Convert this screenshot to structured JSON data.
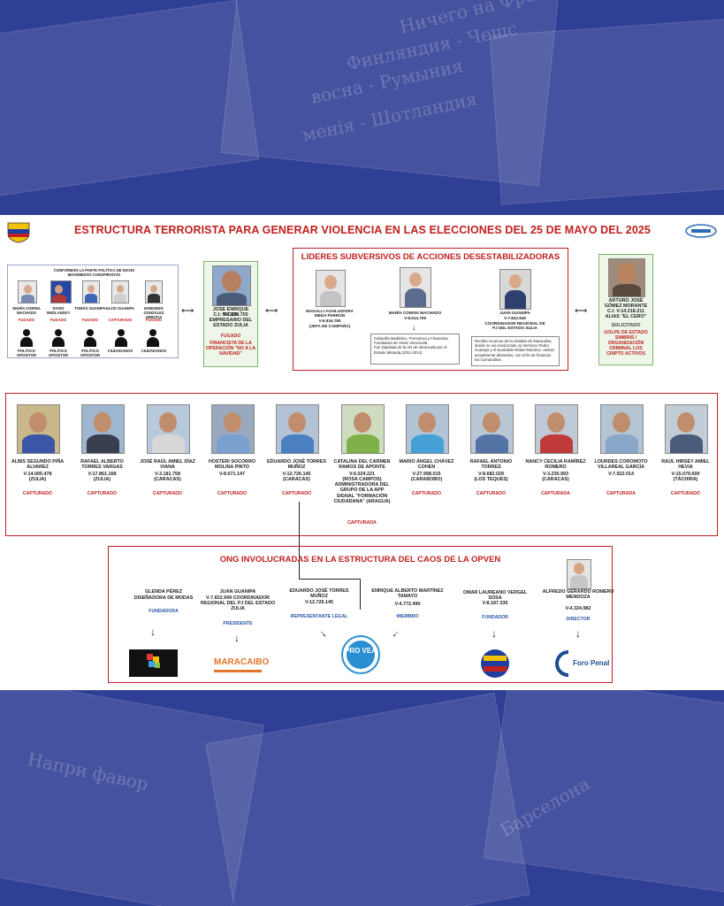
{
  "title": "ESTRUCTURA TERRORISTA PARA GENERAR VIOLENCIA EN LAS ELECCIONES DEL 25 DE MAYO DEL 2025",
  "background_text": [
    "Ничего на Фра",
    "Финляндия - Чешс",
    "восна - Румыния",
    "менія - Шотландия",
    "Напри фавор",
    "Барселона"
  ],
  "left_panel": {
    "header": "CONFORMAN LA PARTE POLÍTICA DE DICHO MOVIMIENTO CONSPIRATIVO",
    "members": [
      {
        "name": "MARÍA CORINA MACHADO",
        "status": "FUGADO"
      },
      {
        "name": "DAVID SMOLANSKY",
        "status": "FUGADO"
      },
      {
        "name": "TOMÁS GUANIPA",
        "status": "FUGADO"
      },
      {
        "name": "ELVIS GUANIPA",
        "status": "CAPTURADO"
      },
      {
        "name": "EDMUNDO GONZÁLEZ URRUTIA",
        "status": "FUGADO"
      }
    ],
    "operators": [
      "POLÍTICO OPOSITOR",
      "POLÍTICO OPOSITOR",
      "POLÍTICO OPOSITOR",
      "CIUDADANOS",
      "CIUDADANOS"
    ]
  },
  "recon": {
    "name": "JOSE ENRIQUE RICON",
    "id": "C.I: V-7.830.755",
    "role": "EMPRESARIO DEL ESTADO ZULIA",
    "status": "FUGADO",
    "note": "FINANCISTA DE LA OPERACIÓN \"NO A LA NAVIDAD\""
  },
  "leaders": {
    "header": "LIDERES SUBVERSIVOS DE ACCIONES DESESTABILIZADORAS",
    "people": [
      {
        "name": "MAGALLI AUXILIADORA MEDA PARRÓN",
        "id": "V-6.916.785",
        "note": "(JEFA DE CAMPAÑA)"
      },
      {
        "name": "MARÍA CORINA MACHADO",
        "id": "V-6.914.709",
        "note": ""
      },
      {
        "name": "JUAN GUANIPA",
        "id": "V-7.822.949",
        "note": "COORDINADOR REGIONAL DE PJ DEL ESTADO ZULIA"
      }
    ],
    "machado_bullets": [
      "Cabecilla Mediático, Promotora y Financista",
      "Fundadora de Vente Venezuela",
      "Fue Diputada de la AN de Venezuela por el Estado Miranda (2011-2014)"
    ],
    "guanipa_note": "Recibía recursos de la Alcaldía de Maracaibo, donde se vio involucrado su hermano Pedro Guanipa y el Exalcalde Rafael Ramírez, ambos actualmente detenidos, con el fin de financiar los Comanditos."
  },
  "gomez": {
    "name": "ARTURO JOSÉ GÓMEZ MORANTE",
    "id": "C.I: V-14.218.211",
    "alias": "ALIAS \"EL CERO\"",
    "status": "SOLICITADO",
    "note": "GOLPE DE ESTADO SIMBRIS / ORGANIZACIÓN CRIMINAL LOS CRIPTO ACTIVOS"
  },
  "captured": [
    {
      "name": "ALBIS SEGUNDO PIÑA ALVAREZ",
      "id": "V-14.005.478",
      "place": "(ZULIA)",
      "status": "CAPTURADO"
    },
    {
      "name": "RAFAEL ALBERTO TORRES VARGAS",
      "id": "V-17.861.168",
      "place": "(ZULIA)",
      "status": "CAPTURADO"
    },
    {
      "name": "JOSÉ RAÚL AMIEL DÍAZ VIANA",
      "id": "V-3.181.758",
      "place": "(CARACAS)",
      "status": "CAPTURADO"
    },
    {
      "name": "HOSTERI SOCORRO MOLINA PINTO",
      "id": "V-8.671.147",
      "place": "",
      "status": "CAPTURADO"
    },
    {
      "name": "EDUARDO JOSÉ TORRES MUÑOZ",
      "id": "V-12.726.145",
      "place": "(CARACAS)",
      "status": "CAPTURADO"
    },
    {
      "name": "CATALINA DEL CARMEN RAMOS DE APONTE",
      "id": "V-6.024.221",
      "place": "(ROSA CAMPOS) ADMINISTRADORA DEL GRUPO DE LA APP SIGNAL \"FORMACIÓN CIUDADANA\" (ARAGUA)",
      "status": "CAPTURADA"
    },
    {
      "name": "MARIO ÁNGEL CHÁVEZ COHEN",
      "id": "V-27.998.015",
      "place": "(CARABOBO)",
      "status": "CAPTURADO"
    },
    {
      "name": "RAFAEL ANTONIO TORRES",
      "id": "V-8.682.029",
      "place": "(LOS TEQUES)",
      "status": "CAPTURADO"
    },
    {
      "name": "NANCY CECILIA RAMÍREZ ROMERO",
      "id": "V-3.230.993",
      "place": "(CARACAS)",
      "status": "CAPTURADA"
    },
    {
      "name": "LOURDES COROMOTO VILLAREAL GARCÍA",
      "id": "V-7.922.014",
      "place": "",
      "status": "CAPTURADA"
    },
    {
      "name": "RAÚL HIRSEY AMIEL HEVIA",
      "id": "V-15.079.600",
      "place": "(TÁCHIRA)",
      "status": "CAPTURADO"
    }
  ],
  "ong": {
    "header": "ONG INVOLUCRADAS EN LA ESTRUCTURA DEL CAOS DE LA OPVEN",
    "people": [
      {
        "name": "GLENDA PÉREZ",
        "detail": "DISEÑADORA DE MODAS",
        "role": "FUNDADORA"
      },
      {
        "name": "JUAN GUANIPA",
        "detail": "V-7.822.949 COORDINADOR REGIONAL DEL PJ DEL ESTADO ZULIA",
        "role": "PRESIDENTE"
      },
      {
        "name": "EDUARDO JOSÉ TORRES MUÑOZ",
        "detail": "V-12.726.145",
        "role": "REPRESENTANTE LEGAL"
      },
      {
        "name": "ENRIQUE ALBERTO MARTÍNEZ TAMAYO",
        "detail": "V-4.772.490",
        "role": "MIEMBRO"
      },
      {
        "name": "OMAR LAUREANO VERGEL SOSA",
        "detail": "V-8.187.335",
        "role": "FUNDADOR"
      },
      {
        "name": "ALFREDO GERARDO ROMERO MENDOZA",
        "detail": "V-4.324.982",
        "role": "DIRECTOR"
      }
    ],
    "logos": {
      "maracaibo": "MARACAIBO",
      "provea": "PRO VEA",
      "foro_penal": "Foro Penal"
    }
  }
}
